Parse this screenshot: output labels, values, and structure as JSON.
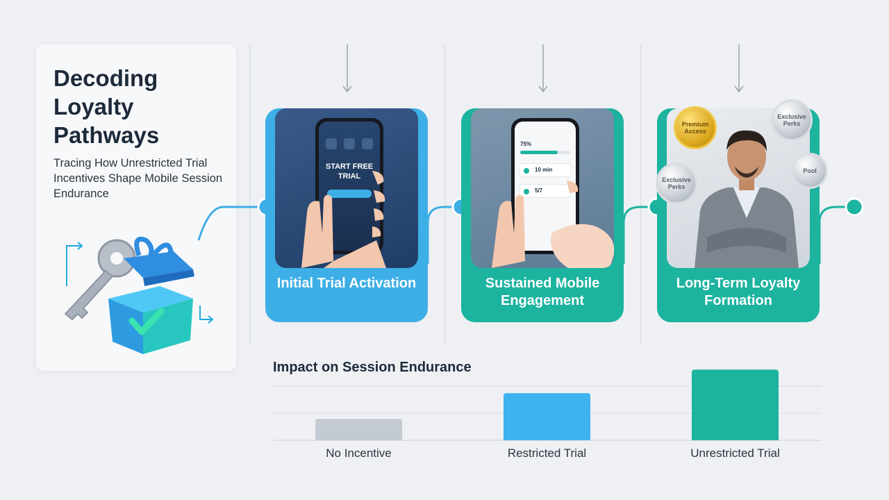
{
  "intro": {
    "title": "Decoding Loyalty Pathways",
    "subtitle": "Tracing How Unrestricted Trial Incentives Shape Mobile Session Endurance"
  },
  "stages": [
    {
      "label": "Initial Trial Activation",
      "phone_text": "START FREE TRIAL",
      "color": "#3eaee6"
    },
    {
      "label": "Sustained Mobile Engagement",
      "progress_percent": 75,
      "progress_text": "75%",
      "stat_1": "10 min",
      "stat_2": "5/7",
      "color": "#1cb39f"
    },
    {
      "label": "Long-Term Loyalty Formation",
      "badges": [
        "Premium Access",
        "Exclusive Perks",
        "Exclusive Perks",
        "Pool"
      ],
      "color": "#1cb39f"
    }
  ],
  "chart_data": {
    "type": "bar",
    "title": "Impact on Session Endurance",
    "categories": [
      "No Incentive",
      "Restricted Trial",
      "Unrestricted Trial"
    ],
    "values": [
      1,
      2.2,
      3.3
    ],
    "ylim": [
      0,
      3.6
    ],
    "grid": true,
    "colors": [
      "#c4cad2",
      "#3eb3ef",
      "#1cb39f"
    ]
  },
  "icons": [
    "key-icon",
    "gift-box-icon",
    "checkmark-icon",
    "arrow-down-icon",
    "hand-icon",
    "person-icon"
  ]
}
